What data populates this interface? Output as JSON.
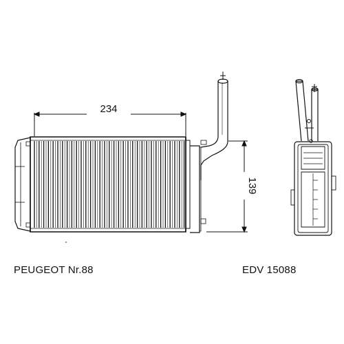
{
  "dimensions": {
    "width": "234",
    "height": "139"
  },
  "captions": {
    "vehicle": "PEUGEOT Nr.88",
    "part_number": "EDV 15088"
  },
  "colors": {
    "line": "#111111",
    "background": "#ffffff"
  }
}
